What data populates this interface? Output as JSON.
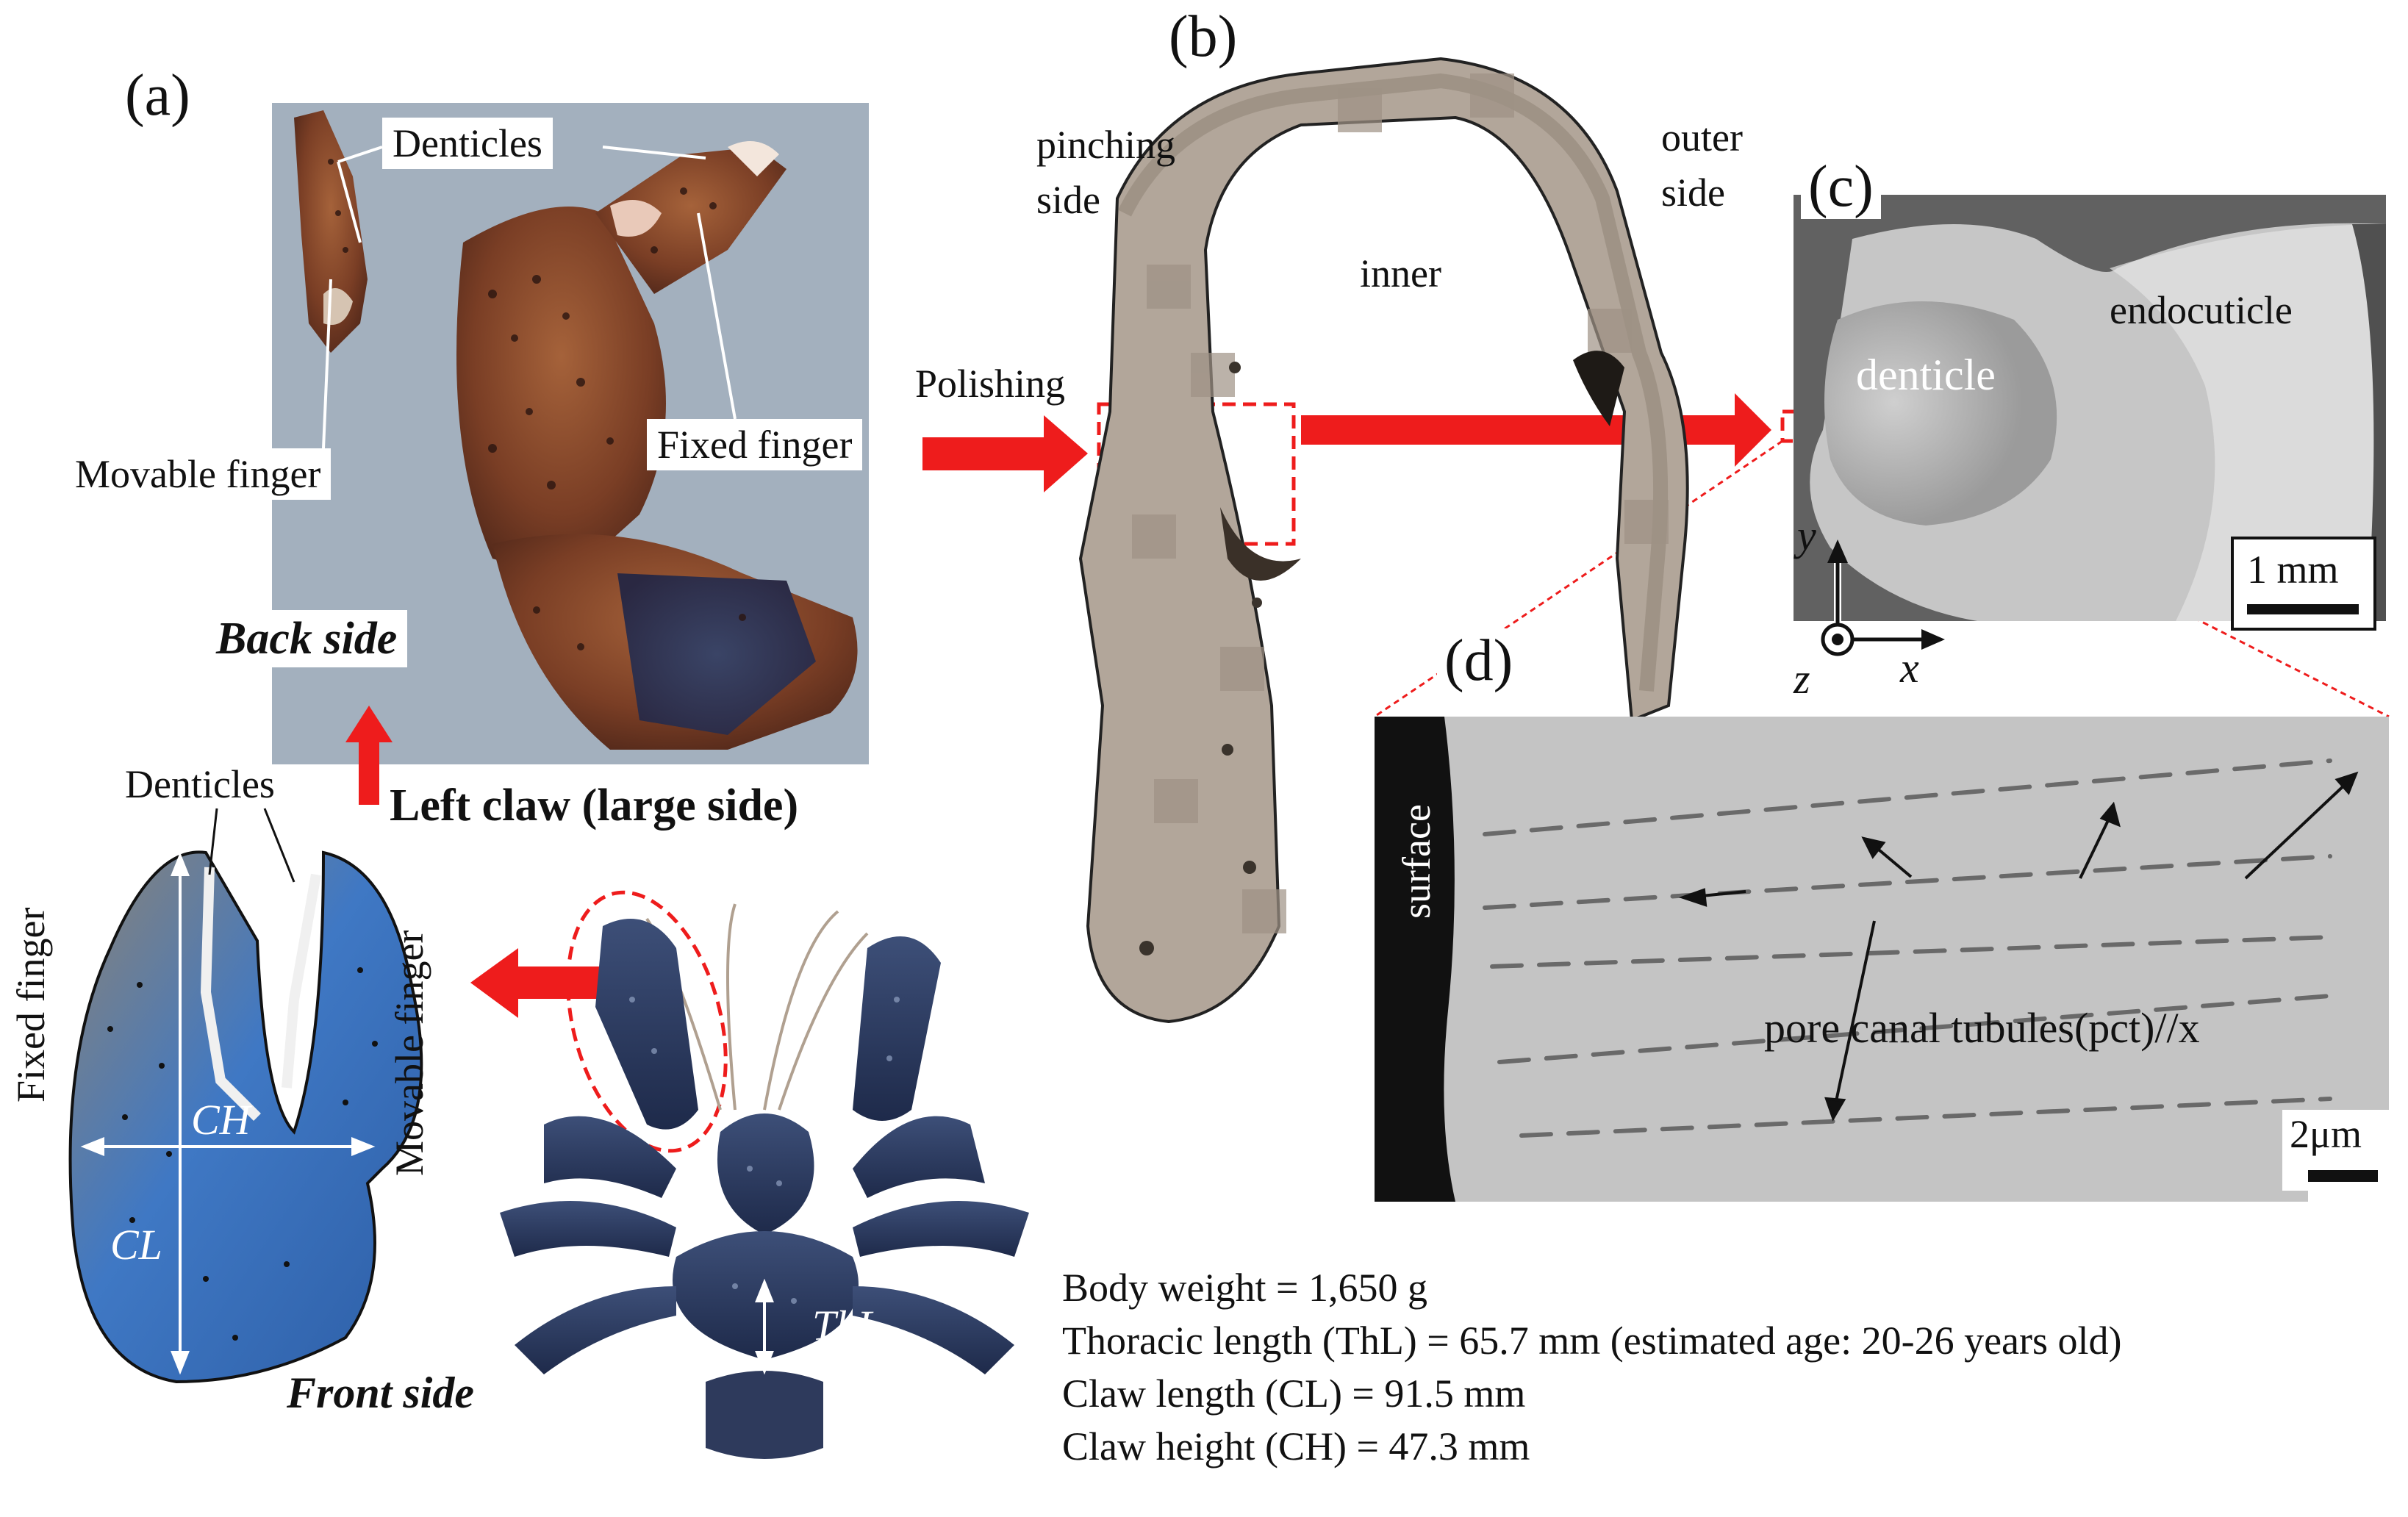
{
  "panels": {
    "a": "(a)",
    "b": "(b)",
    "c": "(c)",
    "d": "(d)"
  },
  "panel_a": {
    "denticles": "Denticles",
    "movable_finger": "Movable finger",
    "fixed_finger": "Fixed finger",
    "back_side": "Back side",
    "left_claw": "Left claw (large side)"
  },
  "panel_b": {
    "pinching": "pinching",
    "side_left": "side",
    "inner": "inner",
    "outer": "outer",
    "side_right": "side",
    "polishing": "Polishing"
  },
  "panel_c": {
    "endocuticle": "endocuticle",
    "denticle": "denticle",
    "scale": "1 mm",
    "axis_y": "y",
    "axis_x": "x",
    "axis_z": "z"
  },
  "panel_d": {
    "surface": "surface",
    "pct_label": "pore canal tubules(pct)//x",
    "scale": "2μm"
  },
  "front": {
    "denticles": "Denticles",
    "fixed_finger": "Fixed finger",
    "movable_finger": "Movable finger",
    "ch": "CH",
    "cl": "CL",
    "front_side": "Front side",
    "thl": "ThL"
  },
  "info": {
    "line1": "Body weight = 1,650 g",
    "line2": "Thoracic length (ThL) = 65.7 mm (estimated age: 20-26 years old)",
    "line3": "Claw length (CL) = 91.5 mm",
    "line4": "Claw height (CH) = 47.3 mm"
  },
  "colors": {
    "arrow_red": "#ee1c1c",
    "claw_blue": "#3f78c4",
    "sem_gray": "#c9c9c9"
  }
}
